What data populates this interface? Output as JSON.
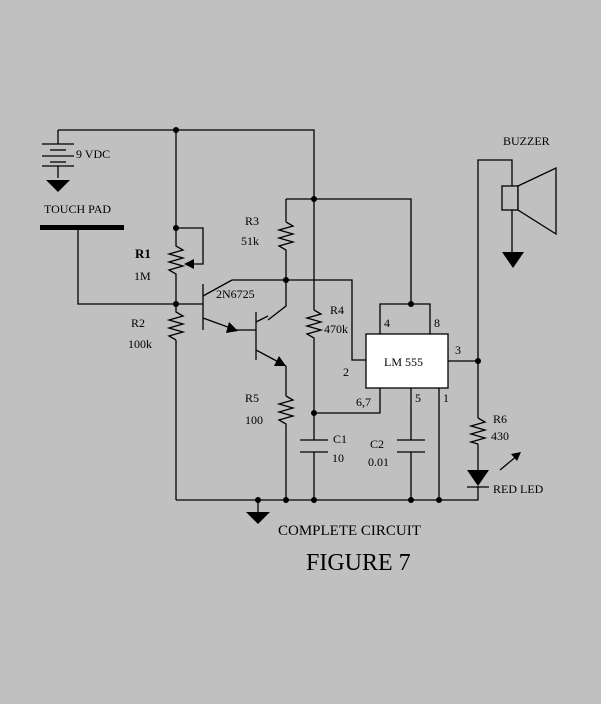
{
  "figure": {
    "caption": "COMPLETE CIRCUIT",
    "title": "FIGURE 7"
  },
  "labels": {
    "battery": "9 VDC",
    "touch_pad": "TOUCH PAD",
    "r1_name": "R1",
    "r1_value": "1M",
    "r2_name": "R2",
    "r2_value": "100k",
    "transistor": "2N6725",
    "r3_name": "R3",
    "r3_value": "51k",
    "r4_name": "R4",
    "r4_value": "470k",
    "r5_name": "R5",
    "r5_value": "100",
    "c1_name": "C1",
    "c1_value": "10",
    "c2_name": "C2",
    "c2_value": "0.01",
    "ic": "LM 555",
    "pin_2": "2",
    "pin_3": "3",
    "pin_4": "4",
    "pin_8": "8",
    "pin_67": "6,7",
    "pin_5": "5",
    "pin_1": "1",
    "buzzer": "BUZZER",
    "r6_name": "R6",
    "r6_value": "430",
    "led": "RED LED"
  },
  "colors": {
    "background": "#c0c0c0",
    "ink": "#000000",
    "ic_fill": "#ffffff"
  }
}
